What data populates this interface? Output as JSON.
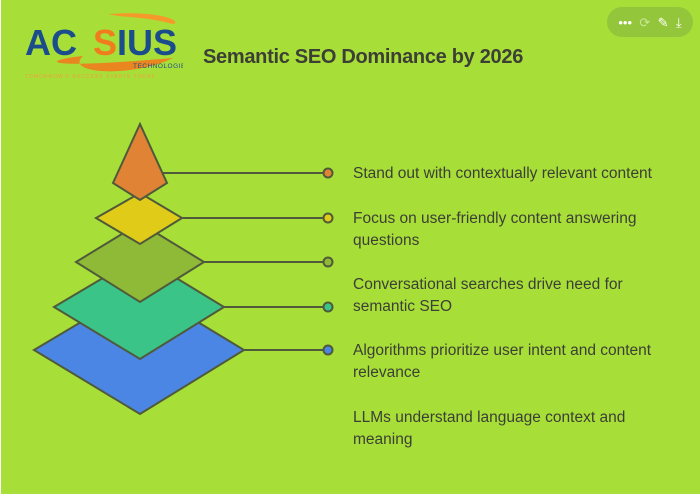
{
  "logo": {
    "brand": "ACSIUS",
    "sub": "TECHNOLOGIES",
    "tagline": "TOMORROW'S SUCCESS STARTS TODAY"
  },
  "title": "Semantic SEO Dominance by 2026",
  "toolbar": [
    {
      "icon": "more-icon",
      "glyph": "•••"
    },
    {
      "icon": "refresh-icon",
      "glyph": "⟳"
    },
    {
      "icon": "brush-icon",
      "glyph": "✎"
    },
    {
      "icon": "download-icon",
      "glyph": "⤓"
    }
  ],
  "levels": [
    {
      "text": "Stand out with contextually relevant content",
      "color": "#e08334"
    },
    {
      "text": "Focus on user-friendly content answering questions",
      "color": "#e1cb19"
    },
    {
      "text": "Conversational searches drive need for semantic SEO",
      "color": "#8fba38"
    },
    {
      "text": "Algorithms prioritize user intent and content relevance",
      "color": "#3bc487"
    },
    {
      "text": "LLMs understand language context and meaning",
      "color": "#4b86e4"
    }
  ]
}
